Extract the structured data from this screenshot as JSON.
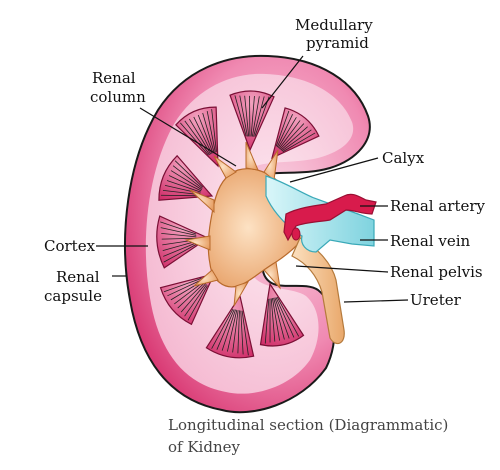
{
  "labels": {
    "medullary_pyramid_l1": "Medullary",
    "medullary_pyramid_l2": "pyramid",
    "renal_column_l1": "Renal",
    "renal_column_l2": "column",
    "calyx": "Calyx",
    "renal_artery": "Renal artery",
    "renal_vein": "Renal vein",
    "renal_pelvis": "Renal pelvis",
    "ureter": "Ureter",
    "cortex": "Cortex",
    "renal_capsule_l1": "Renal",
    "renal_capsule_l2": "capsule"
  },
  "caption": {
    "line1": "Longitudinal section (Diagrammatic)",
    "line2": "of Kidney"
  },
  "colors": {
    "capsule_pink": "#e0457f",
    "cortex_pink": "#f6c6d9",
    "pyramid_pink": "#d9336e",
    "pelvis_tan": "#e9a66b",
    "ureter_tan": "#f1c28a",
    "artery_red": "#d81b4c",
    "vein_blue": "#8fdde6"
  }
}
